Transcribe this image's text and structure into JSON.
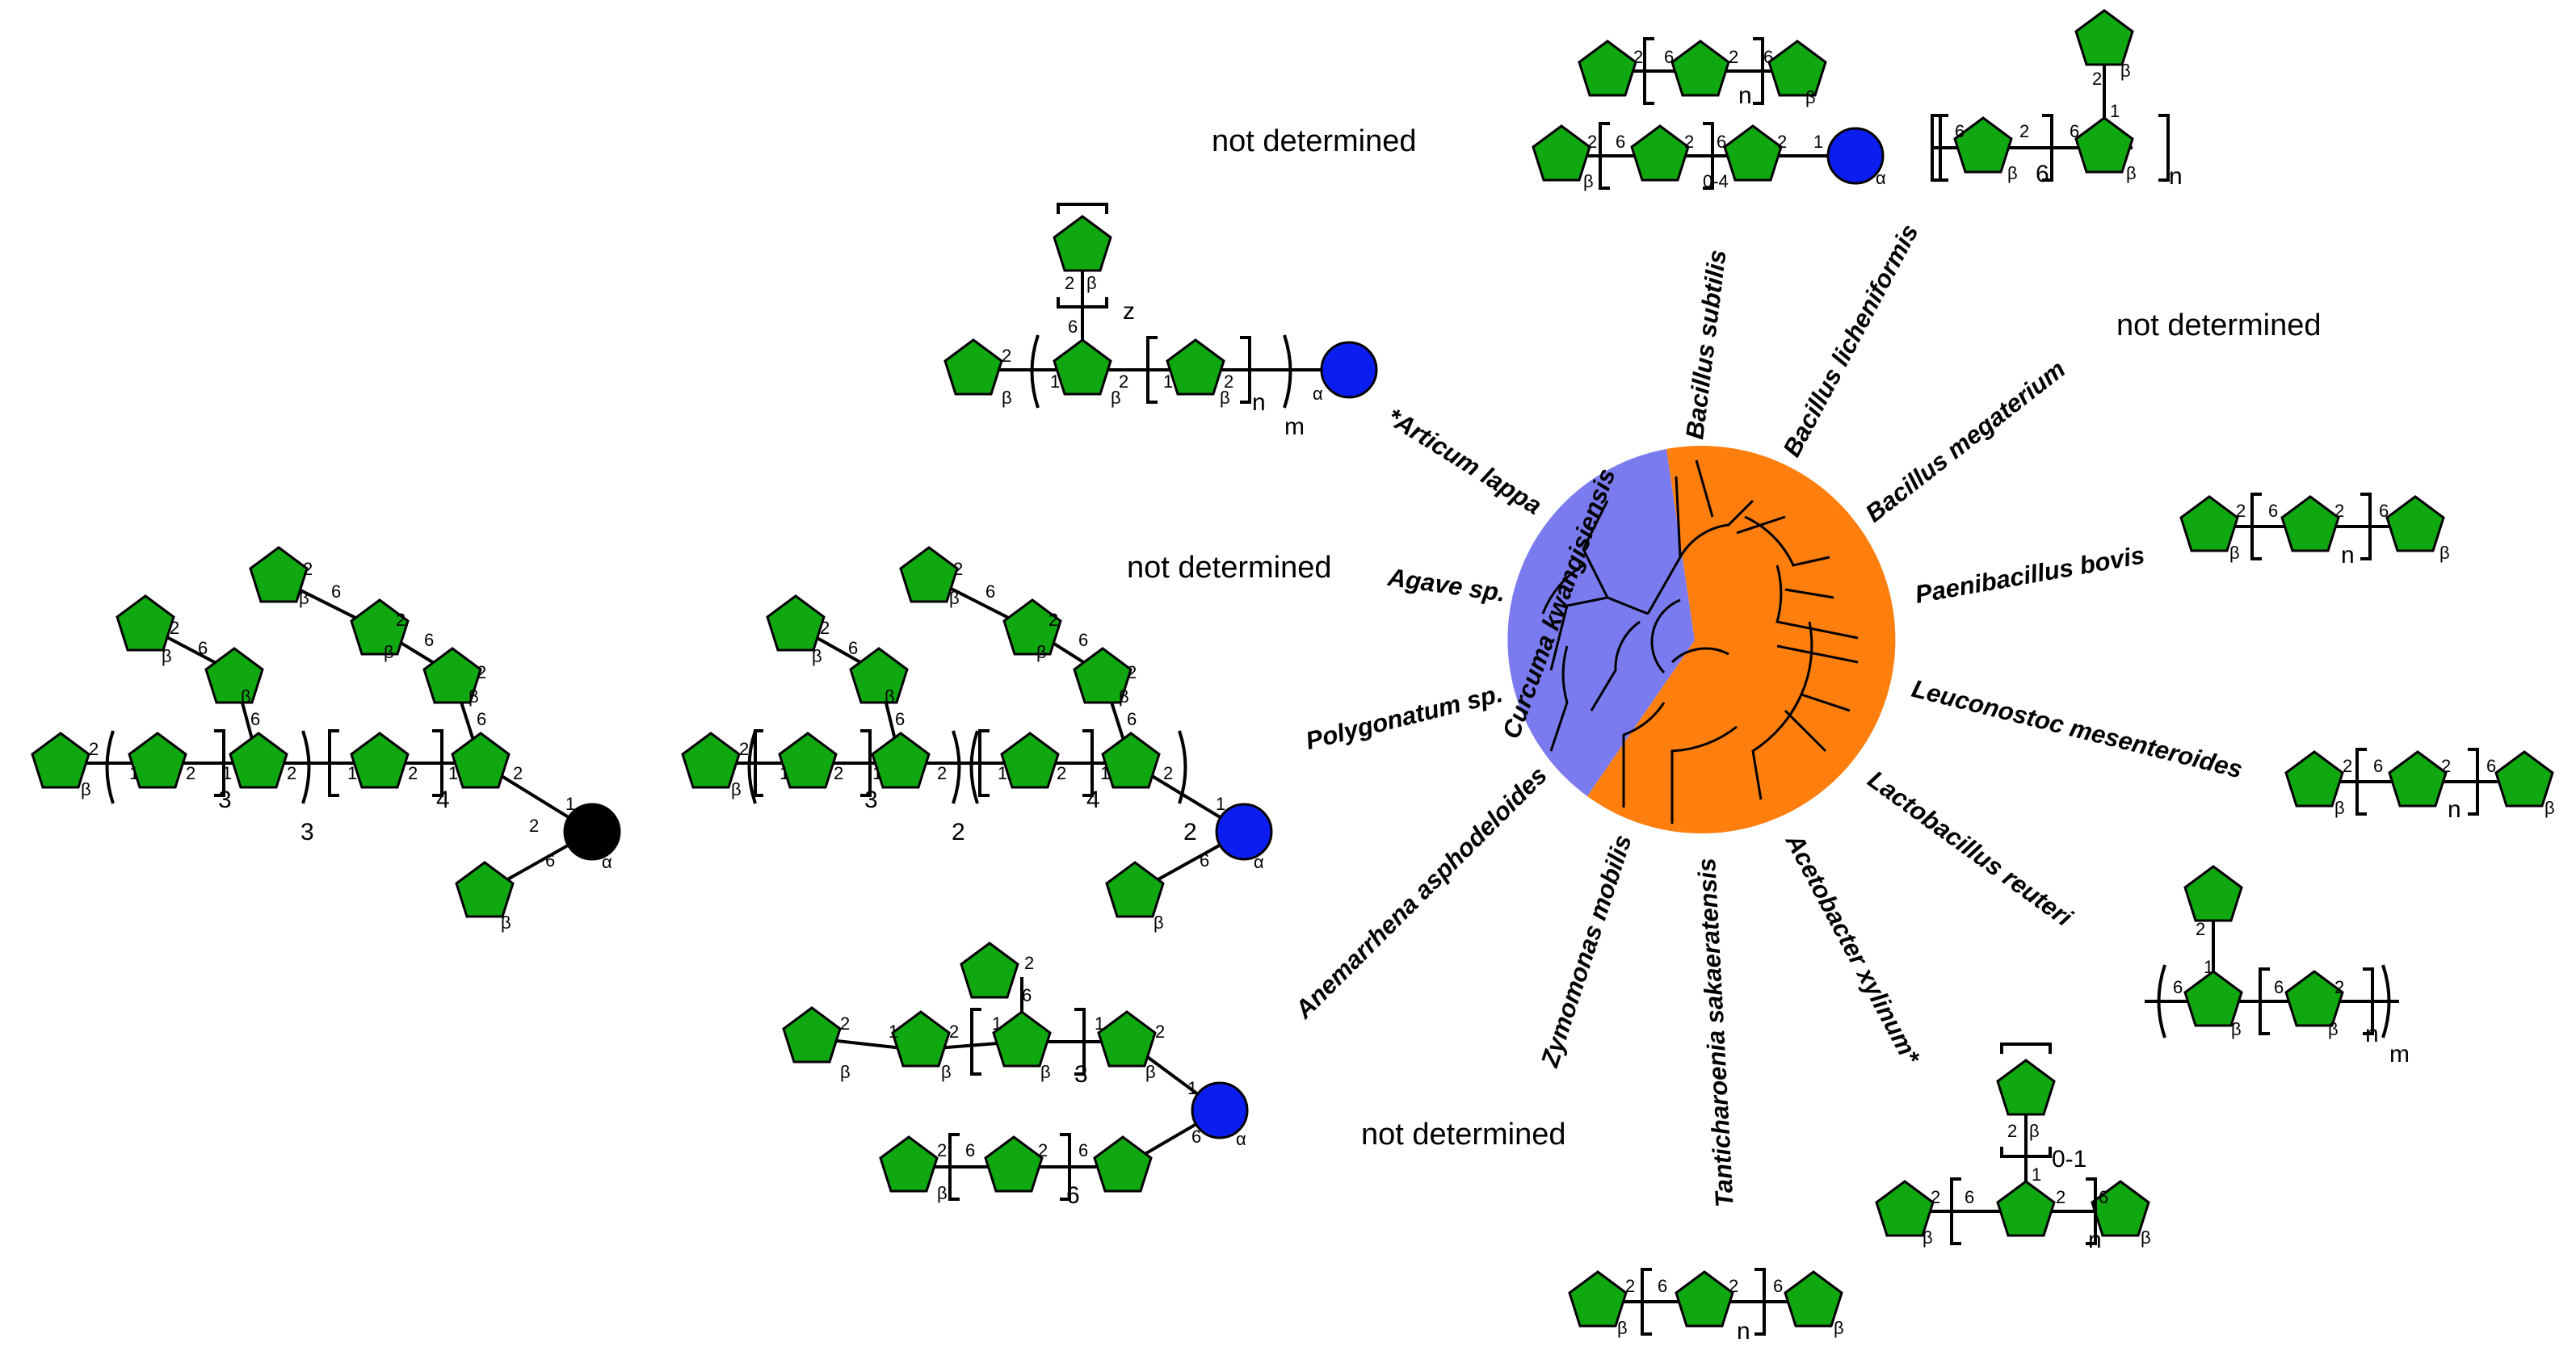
{
  "colors": {
    "fructose": "#10a810",
    "glucose_blue": "#0b1ef0",
    "glucose_black": "#000000",
    "plant_clade": "#7b7bf0",
    "bacteria_clade": "#ff7f0e"
  },
  "species": [
    {
      "id": "curcuma",
      "label": "Curcuma kwangisiensis"
    },
    {
      "id": "bsub",
      "label": "Bacillus subtilis"
    },
    {
      "id": "blich",
      "label": "Bacillus licheniformis"
    },
    {
      "id": "bmeg",
      "label": "Bacillus megaterium"
    },
    {
      "id": "pbovis",
      "label": "Paenibacillus bovis"
    },
    {
      "id": "leuco",
      "label": "Leuconostoc mesenteroides"
    },
    {
      "id": "lacto",
      "label": "Lactobacillus reuteri"
    },
    {
      "id": "aceto",
      "label": "Acetobacter xylinum*"
    },
    {
      "id": "tanti",
      "label": "Tanticharoenia sakaeratensis"
    },
    {
      "id": "zymo",
      "label": "Zymomonas mobilis"
    },
    {
      "id": "anem",
      "label": "Anemarrhena asphodeloides"
    },
    {
      "id": "polyg",
      "label": "Polygonatum sp."
    },
    {
      "id": "agave",
      "label": "Agave sp."
    },
    {
      "id": "arct",
      "label": "*Articum lappa"
    }
  ],
  "not_determined": [
    {
      "id": "nd_curcuma",
      "text": "not determined"
    },
    {
      "id": "nd_bmeg",
      "text": "not determined"
    },
    {
      "id": "nd_agave",
      "text": "not determined"
    },
    {
      "id": "nd_zymo",
      "text": "not determined"
    }
  ],
  "linkage_labels": {
    "alpha": "α",
    "beta": "β",
    "n": "n",
    "m": "m",
    "z": "z",
    "range_0_4": "0-4",
    "range_0_1": "0-1",
    "pos_1": "1",
    "pos_2": "2",
    "pos_6": "6",
    "rep_2": "2",
    "rep_3": "3",
    "rep_4": "4",
    "rep_6": "6"
  }
}
